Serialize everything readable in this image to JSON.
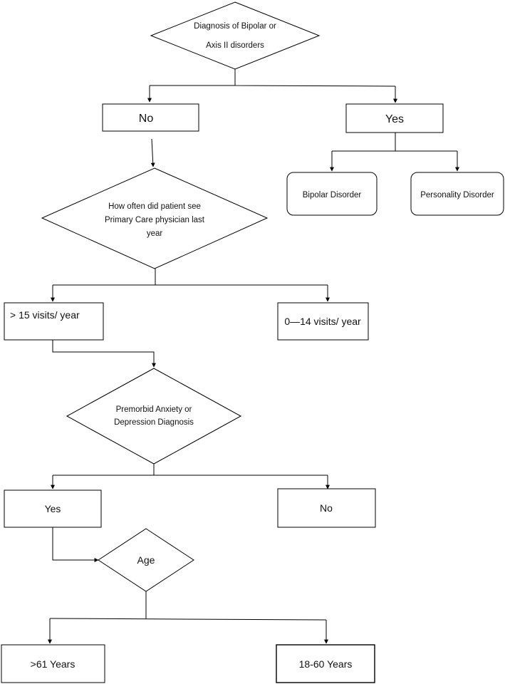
{
  "nodes": {
    "d1": {
      "lines": [
        "Diagnosis of Bipolar or",
        "Axis II disorders"
      ]
    },
    "no1": {
      "label": "No"
    },
    "yes1": {
      "label": "Yes"
    },
    "bipolar": {
      "label": "Bipolar Disorder"
    },
    "personality": {
      "label": "Personality Disorder"
    },
    "d2": {
      "lines": [
        "How often did patient see",
        "Primary Care physician last",
        "year"
      ]
    },
    "visits_high": {
      "label": "> 15 visits/ year"
    },
    "visits_low": {
      "label": "0—14 visits/ year"
    },
    "d3": {
      "lines": [
        "Premorbid Anxiety or",
        "Depression Diagnosis"
      ]
    },
    "yes2": {
      "label": "Yes"
    },
    "no2": {
      "label": "No"
    },
    "age": {
      "label": "Age"
    },
    "age_old": {
      "label": ">61 Years"
    },
    "age_young": {
      "label": "18-60 Years"
    }
  }
}
